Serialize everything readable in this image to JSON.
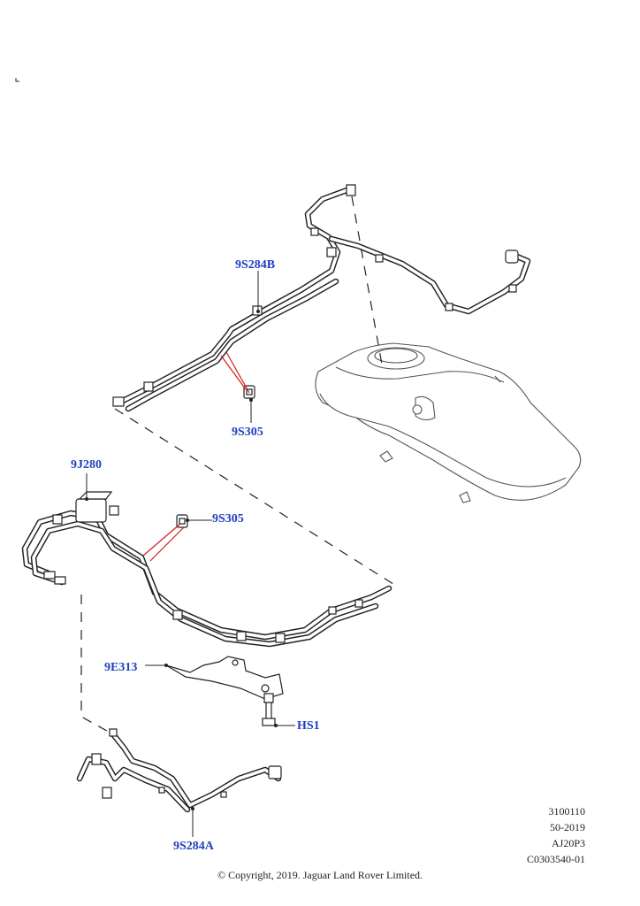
{
  "callouts": {
    "c1": "9S284B",
    "c2": "9S305",
    "c3": "9J280",
    "c4": "9S305",
    "c5": "9E313",
    "c6": "HS1",
    "c7": "9S284A"
  },
  "reference": {
    "line1": "3100110",
    "line2": "50-2019",
    "line3": "AJ20P3",
    "line4": "C0303540-01"
  },
  "copyright": "© Copyright, 2019. Jaguar Land Rover Limited.",
  "colors": {
    "callout": "#1f3fbf",
    "leader_highlight": "#d21c1c",
    "line": "#222222"
  }
}
